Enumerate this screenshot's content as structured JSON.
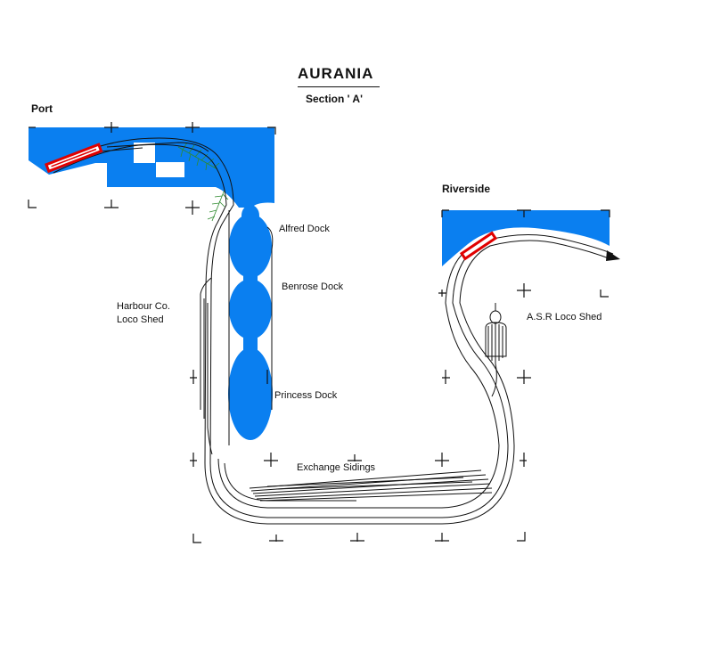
{
  "title": "AURANIA",
  "subtitle": "Section ' A'",
  "labels": {
    "port": "Port",
    "riverside": "Riverside",
    "alfred_dock": "Alfred Dock",
    "benrose_dock": "Benrose Dock",
    "princess_dock": "Princess Dock",
    "harbour_shed_line1": "Harbour Co.",
    "harbour_shed_line2": "Loco Shed",
    "asr_loco_shed": "A.S.R Loco Shed",
    "exchange_sidings": "Exchange Sidings"
  },
  "colors": {
    "water": "#0a7ff0",
    "stock": "#e00000",
    "track": "#111111",
    "vegetation": "#2f8a2f",
    "background": "#ffffff"
  }
}
